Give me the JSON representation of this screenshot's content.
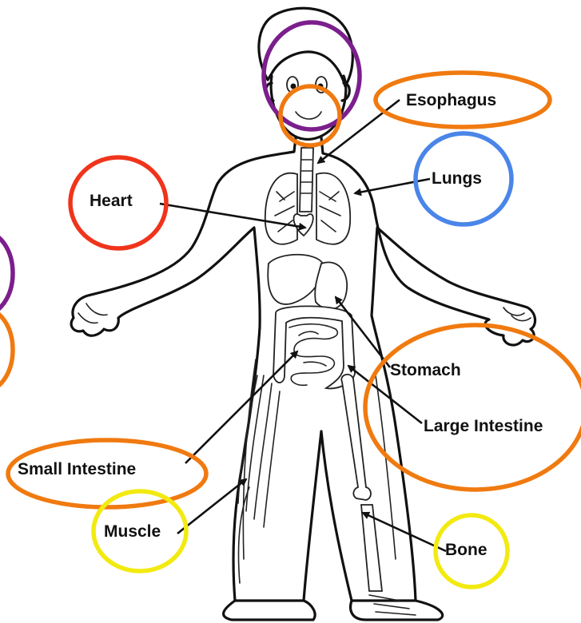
{
  "labels": {
    "esophagus": "Esophagus",
    "lungs": "Lungs",
    "heart": "Heart",
    "stomach": "Stomach",
    "large_intestine": "Large Intestine",
    "small_intestine": "Small Intestine",
    "muscle": "Muscle",
    "bone": "Bone"
  },
  "colors": {
    "purple": "#7b1f8c",
    "orange": "#f07a10",
    "red": "#f0341c",
    "blue": "#4a85e8",
    "yellow": "#f2ea10",
    "ink": "#111111"
  }
}
